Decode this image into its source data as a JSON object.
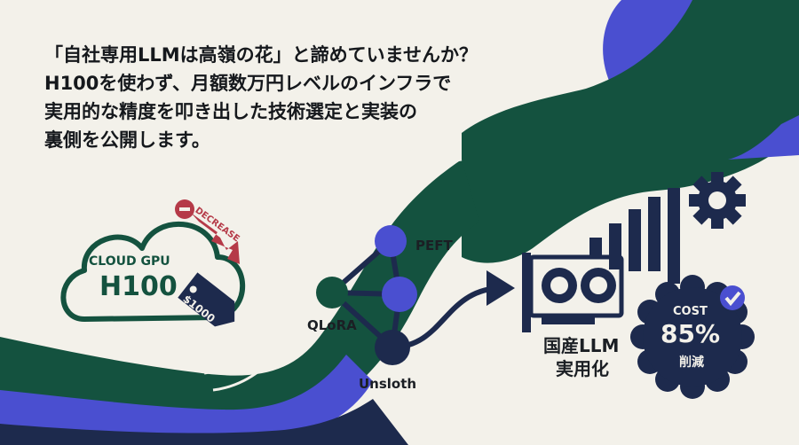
{
  "headline": {
    "lines": [
      "「自社専用LLMは高嶺の花」と諦めていませんか？",
      "H100を使わず、月額数万円レベルのインフラで",
      "実用的な精度を叩き出した技術選定と実装の",
      "裏側を公開します。"
    ]
  },
  "cloud": {
    "caption": "CLOUD GPU",
    "model": "H100",
    "price_tag": "$1000",
    "arrow_label": "DECREASE"
  },
  "network": {
    "nodes": [
      "PEFT",
      "QLoRA",
      "Unsloth"
    ]
  },
  "result": {
    "title_line1": "国産LLM",
    "title_line2": "実用化",
    "badge_label": "COST",
    "badge_value": "85%",
    "badge_sub": "削減"
  },
  "colors": {
    "green": "#14523f",
    "blue": "#4a4fd0",
    "navy": "#1d2a4d",
    "red": "#b53a48",
    "background": "#f3f1ea"
  }
}
